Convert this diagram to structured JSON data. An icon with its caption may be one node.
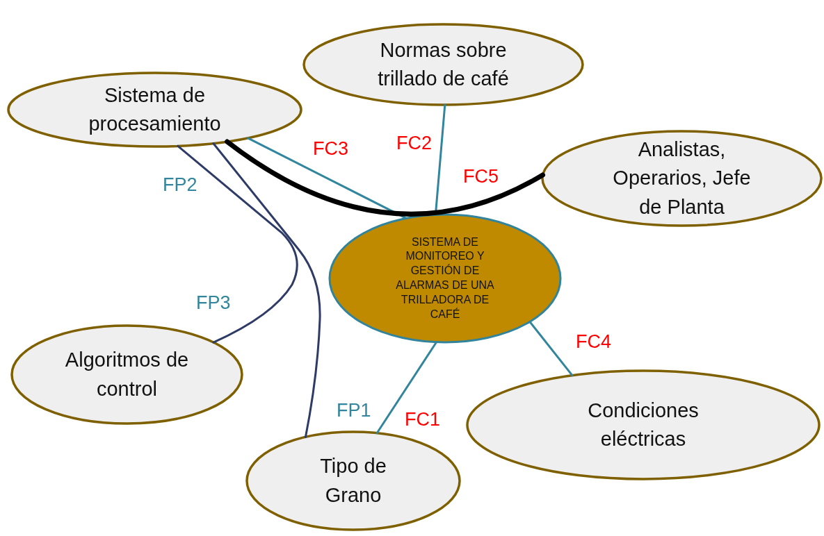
{
  "diagram": {
    "nodes": [
      {
        "text": [
          "Sistema de procesamiento"
        ]
      },
      {
        "text": [
          "Normas sobre trillado de café"
        ]
      },
      {
        "text": [
          "Analistas, Operarios, Jefe de Planta"
        ]
      },
      {
        "text": [
          "SISTEMA DE MONITOREO Y GESTIÓN DE ALARMAS DE UNA TRILLADORA DE CAFÉ"
        ]
      },
      {
        "text": [
          "Algoritmos de control"
        ]
      },
      {
        "text": [
          "Tipo de Grano"
        ]
      },
      {
        "text": [
          "Condiciones eléctricas"
        ]
      }
    ],
    "edges": [
      {
        "from": 0,
        "to": 3,
        "arrow": "none",
        "label": "FC3"
      },
      {
        "from": 1,
        "to": 3,
        "arrow": "none",
        "label": "FC2"
      },
      {
        "from": 0,
        "to": 2,
        "arrow": "none",
        "label": "FC5",
        "style": "thick",
        "color": "#000000"
      },
      {
        "from": 3,
        "to": 6,
        "arrow": "none",
        "label": "FC4"
      },
      {
        "from": 3,
        "to": 5,
        "arrow": "none",
        "label": "FC1"
      },
      {
        "from": 0,
        "to": 5,
        "arrow": "none",
        "label": "FP1",
        "color": "#2e3b66"
      },
      {
        "from": 0,
        "to": 4,
        "arrow": "none",
        "label": "FP3",
        "color": "#2e3b66"
      }
    ],
    "labels": [
      "FP2"
    ]
  }
}
